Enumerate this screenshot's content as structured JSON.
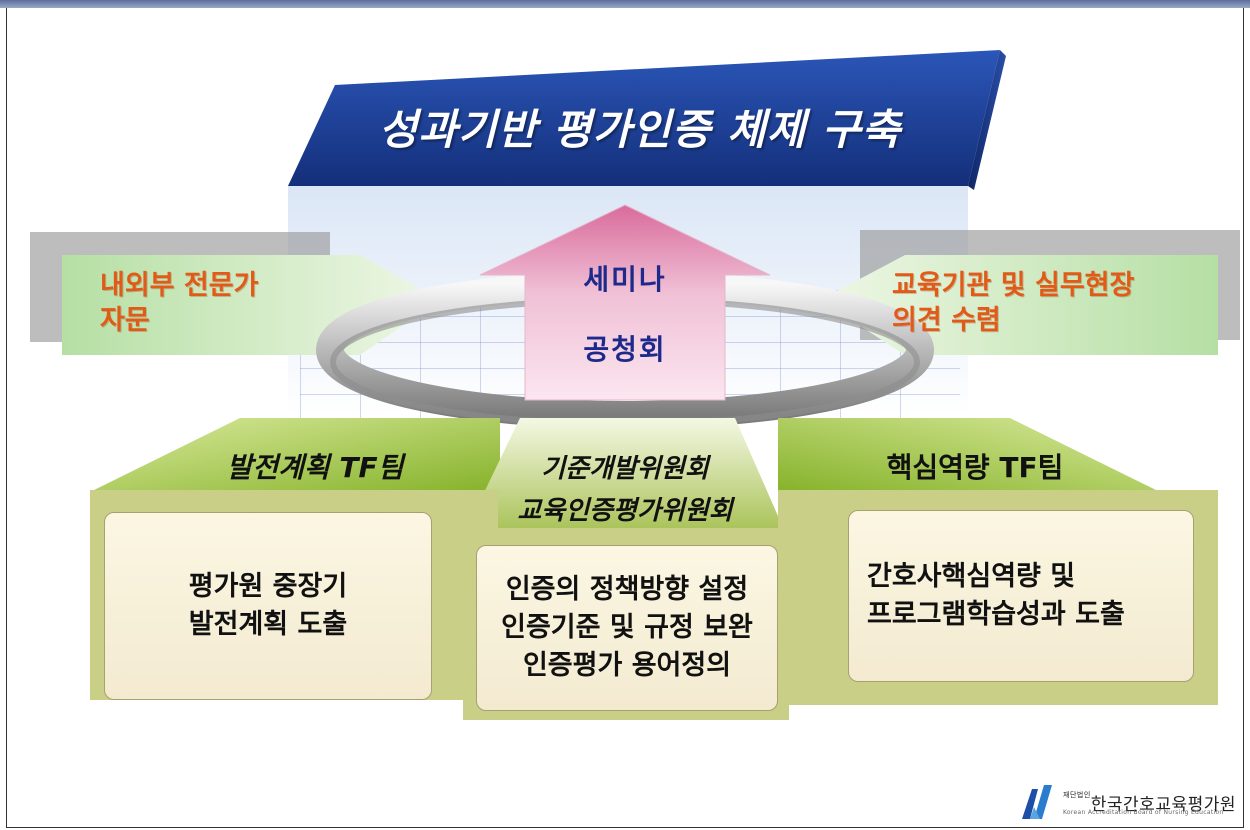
{
  "title": "성과기반 평가인증 체제 구축",
  "left_side": {
    "line1": "내외부 전문가",
    "line2": "자문"
  },
  "right_side": {
    "line1": "교육기관 및 실무현장",
    "line2": "의견 수렴"
  },
  "center_arrow": {
    "top": "세미나",
    "bottom": "공청회"
  },
  "boxes": [
    {
      "heading": "발전계획 TF팀",
      "lines": [
        "평가원 중장기",
        "발전계획 도출"
      ]
    },
    {
      "heading_line1": "기준개발위원회",
      "heading_line2": "교육인증평가위원회",
      "lines": [
        "인증의 정책방향 설정",
        "인증기준 및 규정 보완",
        "인증평가 용어정의"
      ]
    },
    {
      "heading": "핵심역량 TF팀",
      "lines": [
        "간호사핵심역량 및",
        "프로그램학습성과 도출"
      ]
    }
  ],
  "logo": {
    "org_name": "한국간호교육평가원",
    "prefix": "재단법인",
    "english": "Korean Accreditation Board of Nursing Education"
  },
  "colors": {
    "title_banner": "#1f3f9a",
    "side_text": "#e25a18",
    "arrow_text": "#1d2a8c",
    "arrow_fill": "#e8a9c6",
    "green_head": "#9bc43c",
    "card_fill": "#f7f0d8"
  }
}
